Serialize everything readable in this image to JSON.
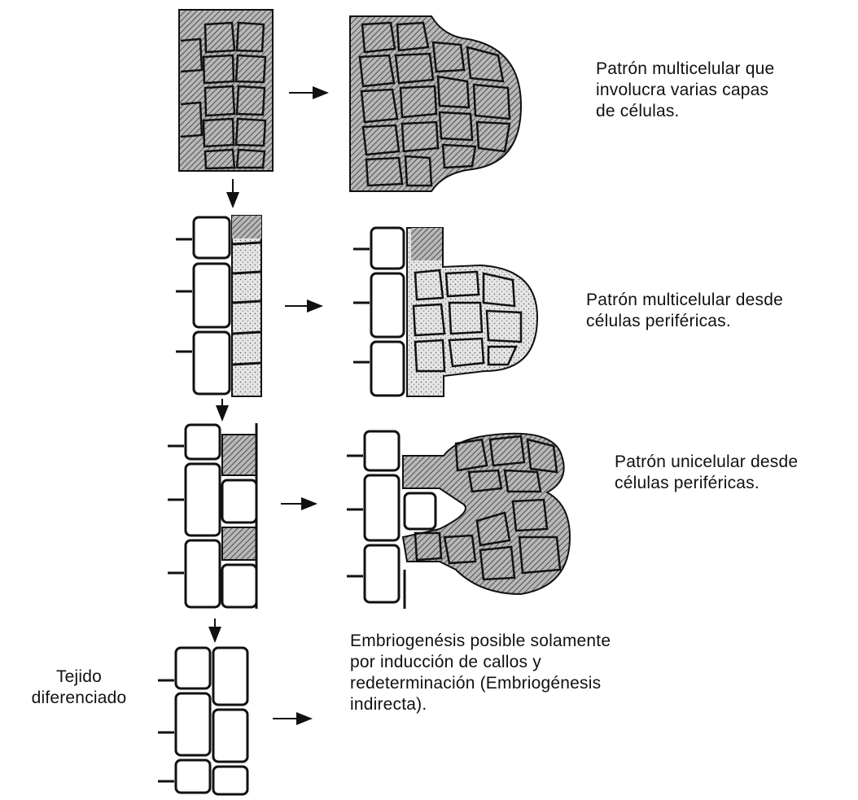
{
  "colors": {
    "ink": "#111111",
    "hatched_cell": "#9a9a9a",
    "stippled_cell": "#d6d6d6",
    "background": "#ffffff"
  },
  "captions": {
    "pattern_multicellular_layers": "Patrón multicelular que\ninvolucra varias capas\nde células.",
    "pattern_multicellular_peripheral": "Patrón multicelular desde\ncélulas periféricas.",
    "pattern_unicellular_peripheral": "Patrón unicelular desde\ncélulas periféricas.",
    "indirect_embryogenesis": "Embriogenésis posible solamente\npor inducción de callos y\nredeterminación (Embriogénesis\nindirecta)."
  },
  "tissue_label": "Tejido\ndiferenciado",
  "icons": {
    "right_arrow": "right-arrow-icon",
    "down_arrow": "down-arrow-icon"
  }
}
